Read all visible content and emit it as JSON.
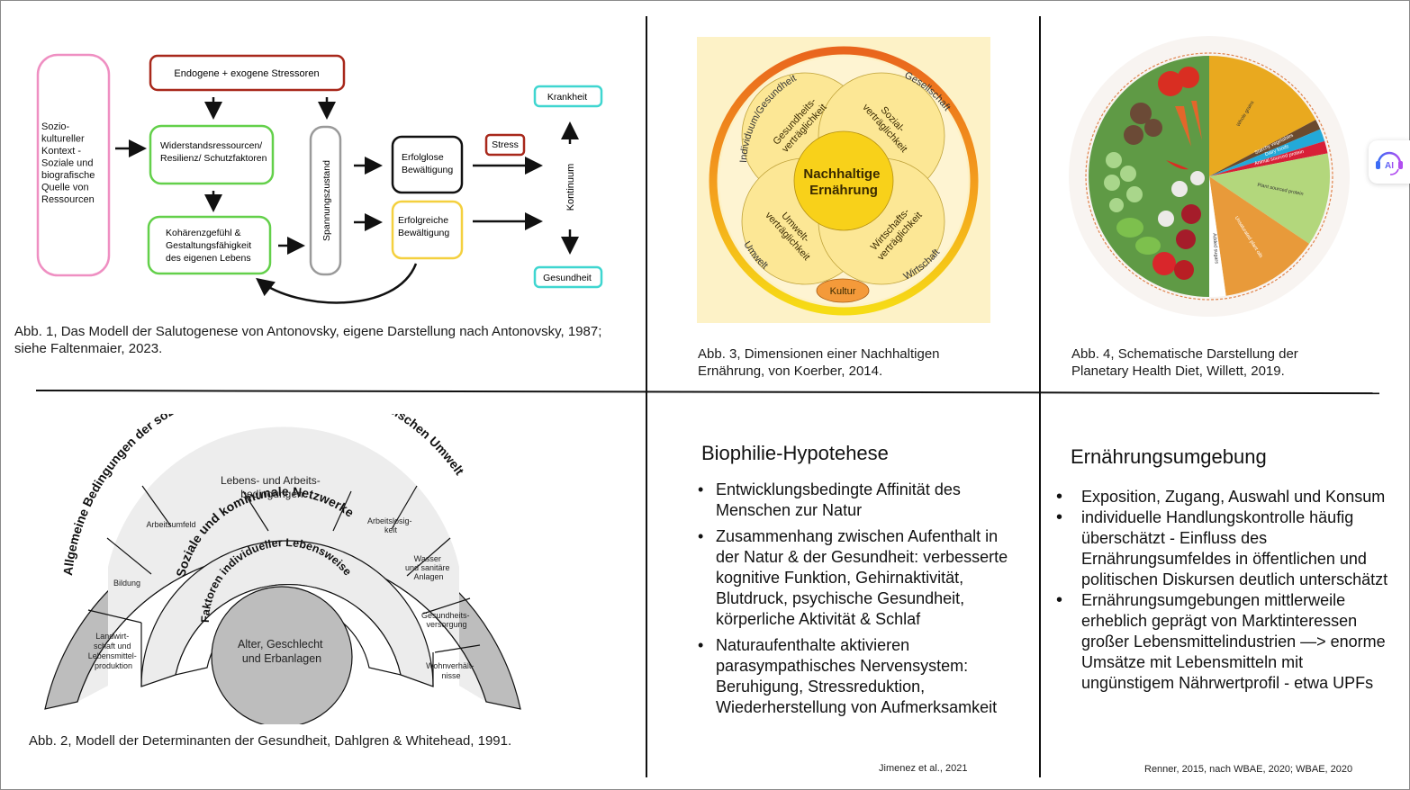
{
  "fig1": {
    "left_box": [
      "Sozio-",
      "kultureller",
      "Kontext -",
      "Soziale und",
      "biografische",
      "Quelle von",
      "Ressourcen"
    ],
    "stressors": "Endogene + exogene Stressoren",
    "resources": [
      "Widerstandsressourcen/",
      "Resilienz/ Schutzfaktoren"
    ],
    "coherence": [
      "Kohärenzgefühl &",
      "Gestaltungsfähigkeit",
      "des eigenen Lebens"
    ],
    "tension": "Spannungszustand",
    "failed": [
      "Erfolglose",
      "Bewältigung"
    ],
    "success": [
      "Erfolgreiche",
      "Bewältigung"
    ],
    "stress": "Stress",
    "continuum": "Kontinuum",
    "illness": "Krankheit",
    "health": "Gesundheit",
    "caption": "Abb. 1, Das Modell der Salutogenese von Antonovsky, eigene Darstellung nach Antonovsky, 1987; siehe Faltenmaier, 2023."
  },
  "fig3": {
    "center": [
      "Nachhaltige",
      "Ernährung"
    ],
    "petals": {
      "health": [
        "Gesundheits-",
        "verträglichkeit"
      ],
      "social": [
        "Sozial-",
        "verträglichkeit"
      ],
      "environment": [
        "Umwelt-",
        "verträglichkeit"
      ],
      "economy": [
        "Wirtschafts-",
        "verträglichkeit"
      ]
    },
    "ring_labels": {
      "individual": "Individuum/Gesundheit",
      "society": "Gesellschaft",
      "environment": "Umwelt",
      "economy": "Wirtschaft"
    },
    "culture": "Kultur",
    "caption": "Abb. 3, Dimensionen einer Nachhaltigen Ernährung, von Koerber, 2014."
  },
  "fig4": {
    "segments": [
      {
        "label": "Whole grains",
        "color": "#e9a91f"
      },
      {
        "label": "Starchy vegetables",
        "color": "#6b4a2e"
      },
      {
        "label": "Dairy foods",
        "color": "#23a9d8"
      },
      {
        "label": "Animal sourced protein",
        "color": "#d81f37"
      },
      {
        "label": "Plant sourced protein",
        "color": "#b3d77c"
      },
      {
        "label": "Unsaturated plant oils",
        "color": "#e89a3a"
      },
      {
        "label": "Added sugars",
        "color": "#ffffff"
      }
    ],
    "veg_color": "#5f9a45",
    "caption": "Abb. 4, Schematische Darstellung der Planetary Health Diet, Willett, 2019."
  },
  "fig2": {
    "outer_arc": "Allgemeine Bedingungen der sozioökonomischen, kulturellen und physischen Umwelt",
    "living_conditions": [
      "Lebens- und Arbeits-",
      "bedingungen"
    ],
    "left_cells": [
      [
        "Arbeitsumfeld"
      ],
      [
        "Bildung"
      ],
      [
        "Landwirt-",
        "schaft und",
        "Lebensmittel-",
        "produktion"
      ]
    ],
    "right_cells": [
      [
        "Arbeitslosig-",
        "keit"
      ],
      [
        "Wasser",
        "und sanitäre",
        "Anlagen"
      ],
      [
        "Gesundheits-",
        "versorgung"
      ],
      [
        "Wohnverhält-",
        "nisse"
      ]
    ],
    "networks": "Soziale und kommunale Netzwerke",
    "lifestyle": "Faktoren individueller Lebensweise",
    "core": [
      "Alter, Geschlecht",
      "und Erbanlagen"
    ],
    "caption": "Abb. 2, Modell der Determinanten der Gesundheit, Dahlgren & Whitehead, 1991."
  },
  "biophilia": {
    "title": "Biophilie-Hypotehese",
    "bullets": [
      "Entwicklungsbedingte Affinität des Menschen zur Natur",
      "Zusammenhang zwischen Aufenthalt in der Natur & der Gesundheit: verbesserte kognitive Funktion, Gehirnaktivität, Blutdruck, psychische Gesundheit, körperliche Aktivität & Schlaf",
      "Naturaufenthalte aktivieren parasympathisches Nervensystem: Beruhigung, Stressreduktion, Wiederherstellung von Aufmerksamkeit"
    ],
    "source": "Jimenez et al., 2021"
  },
  "environment": {
    "title": "Ernährungsumgebung",
    "bullets": [
      "Exposition, Zugang, Auswahl und Konsum",
      "individuelle Handlungskontrolle häufig überschätzt - Einfluss des Ernährungsumfeldes in öffentlichen und politischen Diskursen deutlich unterschätzt",
      "Ernährungsumgebungen mittlerweile erheblich geprägt von Marktinteressen großer Lebensmittelindustrien —> enorme Umsätze mit Lebensmitteln mit ungünstigem Nährwertprofil - etwa UPFs"
    ],
    "source": "Renner, 2015, nach WBAE, 2020; WBAE, 2020"
  },
  "ai_button": {
    "label": "AI",
    "icon": "headset-icon"
  }
}
